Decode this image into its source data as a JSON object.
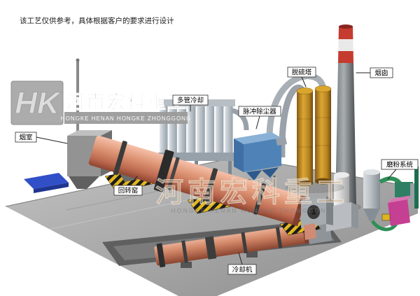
{
  "disclaimer": "该工艺仅供参考，具体根据客户的要求进行设计",
  "watermark": {
    "logo_initials": "HK",
    "brand_cn": "河南宏科重工",
    "brand_en": "HONGKE HENAN HONGKE ZHONGGONG",
    "center_cn": "河南宏科重工",
    "center_en": "HONGKE HENAN HONGKE ZHONGGONG"
  },
  "labels": {
    "smoke_chamber": "烟室",
    "rotary_kiln": "回转窑",
    "multi_tube_cooler": "多管冷却",
    "pulse_dust_collector": "脉冲除尘器",
    "desulfurization_tower": "脱硫塔",
    "chimney": "烟囱",
    "milling_system": "磨粉系统",
    "cooling_machine": "冷却机"
  },
  "palette": {
    "kiln_salmon": "#d4896d",
    "collector_blue": "#4f83b8",
    "tower_amber": "#b5831f",
    "chimney_red": "#c63b2f",
    "hazard_yellow": "#e3b71e",
    "pad_blue": "#3150c8",
    "pipe_green": "#2f8f57",
    "mill_magenta": "#c53f92",
    "platform_gray": "#a6a6a6"
  }
}
